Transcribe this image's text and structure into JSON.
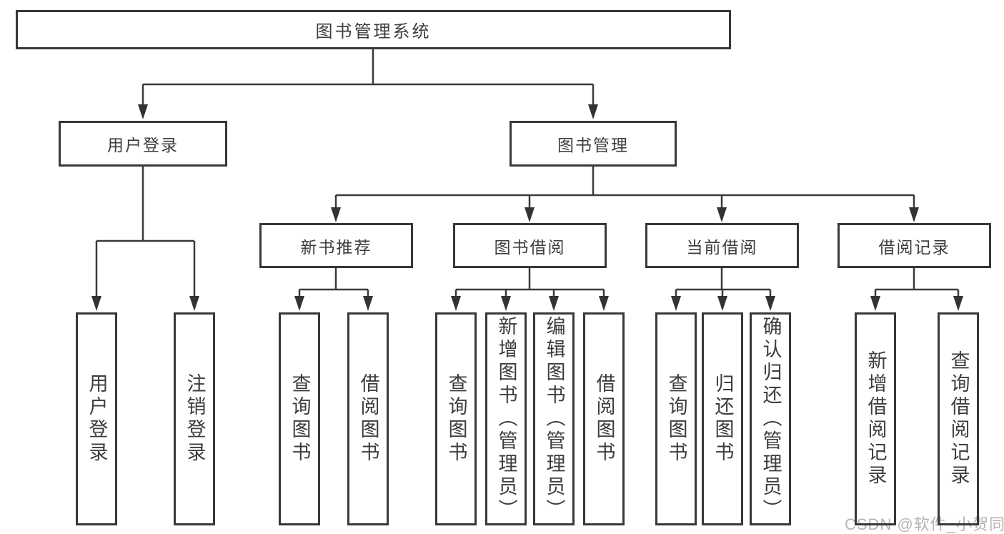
{
  "tree": {
    "label": "图书管理系统",
    "children": [
      {
        "label": "用户登录",
        "children": [
          {
            "label": "用户登录"
          },
          {
            "label": "注销登录"
          }
        ]
      },
      {
        "label": "图书管理",
        "children": [
          {
            "label": "新书推荐",
            "children": [
              {
                "label": "查询图书"
              },
              {
                "label": "借阅图书"
              }
            ]
          },
          {
            "label": "图书借阅",
            "children": [
              {
                "label": "查询图书"
              },
              {
                "label": "新增图书（管理员）"
              },
              {
                "label": "编辑图书（管理员）"
              },
              {
                "label": "借阅图书"
              }
            ]
          },
          {
            "label": "当前借阅",
            "children": [
              {
                "label": "查询图书"
              },
              {
                "label": "归还图书"
              },
              {
                "label": "确认归还（管理员）"
              }
            ]
          },
          {
            "label": "借阅记录",
            "children": [
              {
                "label": "新增借阅记录"
              },
              {
                "label": "查询借阅记录"
              }
            ]
          }
        ]
      }
    ]
  },
  "watermark": {
    "text": "CSDN @软件_小贺同学"
  },
  "colors": {
    "line": "#3a3a3a",
    "border": "#383838",
    "text": "#3d3d3d",
    "watermark": "#b4b4b4",
    "background": "#ffffff"
  }
}
